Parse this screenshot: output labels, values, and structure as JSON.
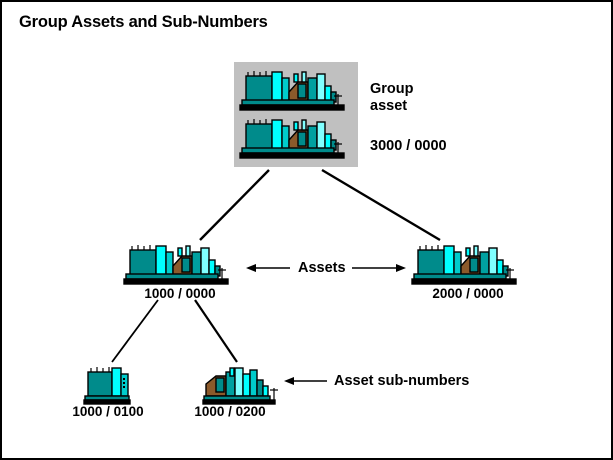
{
  "page": {
    "title": "Group Assets and Sub-Numbers",
    "background": "#ffffff",
    "border_color": "#000000"
  },
  "palette": {
    "box_gray": "#c0c0c0",
    "machine_teal_dark": "#008b8b",
    "machine_teal": "#00a0a0",
    "machine_cyan": "#00ffff",
    "machine_cyan_light": "#80ffff",
    "machine_brown": "#8b5a2b",
    "outline": "#000000"
  },
  "group_asset": {
    "label_line1": "Group",
    "label_line2": "asset",
    "number": "3000 / 0000",
    "icon": "industrial-plant-icon",
    "icon_count": 2
  },
  "assets": [
    {
      "id": "asset-1000",
      "number": "1000 / 0000",
      "icon": "industrial-plant-icon"
    },
    {
      "id": "asset-2000",
      "number": "2000 / 0000",
      "icon": "industrial-plant-icon"
    }
  ],
  "sub_numbers": [
    {
      "id": "sub-1000-0100",
      "number": "1000 / 0100",
      "icon": "tank-unit-icon"
    },
    {
      "id": "sub-1000-0200",
      "number": "1000 / 0200",
      "icon": "pipe-unit-icon"
    }
  ],
  "annotations": {
    "assets_label": "Assets",
    "sub_numbers_label": "Asset sub-numbers"
  },
  "connections": [
    {
      "from": "group-asset",
      "to": "asset-1000"
    },
    {
      "from": "group-asset",
      "to": "asset-2000"
    },
    {
      "from": "asset-1000",
      "to": "sub-1000-0100"
    },
    {
      "from": "asset-1000",
      "to": "sub-1000-0200"
    }
  ]
}
